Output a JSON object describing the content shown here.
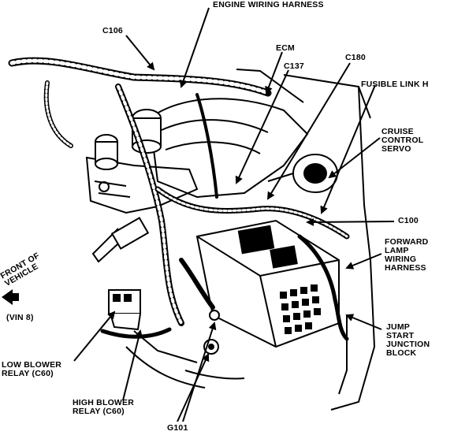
{
  "labels": {
    "engine_wiring_harness": "ENGINE WIRING HARNESS",
    "c106": "C106",
    "ecm": "ECM",
    "c137": "C137",
    "c180": "C180",
    "fusible_link_h": "FUSIBLE LINK H",
    "cruise_control_servo": "CRUISE\nCONTROL\nSERVO",
    "c100": "C100",
    "forward_lamp_wiring_harness": "FORWARD\nLAMP\nWIRING\nHARNESS",
    "front_of_vehicle": "FRONT OF\nVEHICLE",
    "vin_8": "(VIN 8)",
    "low_blower_relay": "LOW BLOWER\nRELAY (C60)",
    "high_blower_relay": "HIGH BLOWER\nRELAY (C60)",
    "jump_start_junction_block": "JUMP\nSTART\nJUNCTION\nBLOCK",
    "g101": "G101"
  },
  "colors": {
    "ink": "#000000",
    "paper": "#ffffff"
  }
}
